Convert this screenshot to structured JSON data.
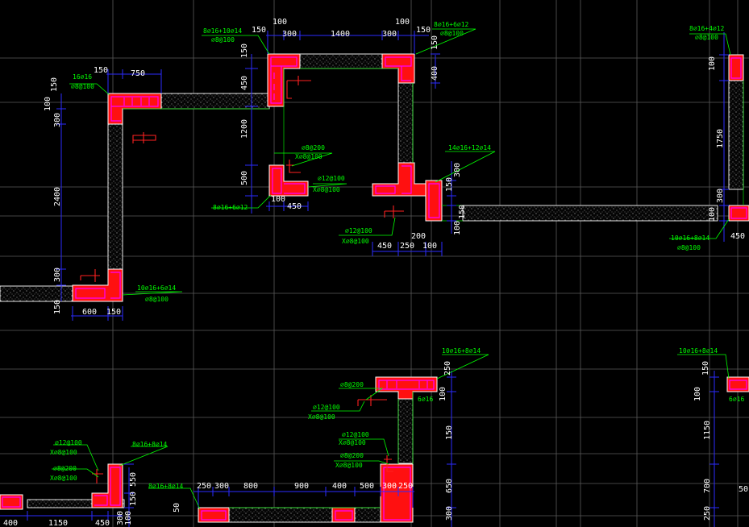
{
  "drawing": {
    "dimensions": [
      "100",
      "150",
      "300",
      "1400",
      "300",
      "150",
      "100",
      "150",
      "400",
      "150",
      "450",
      "1200",
      "500",
      "100",
      "450",
      "150",
      "750",
      "150",
      "100",
      "300",
      "2400",
      "300",
      "150",
      "600",
      "150",
      "300",
      "150",
      "100",
      "450",
      "250",
      "200",
      "100",
      "150",
      "100",
      "1750",
      "300",
      "100",
      "450",
      "250",
      "100",
      "150",
      "650",
      "300",
      "150",
      "100",
      "1150",
      "700",
      "250",
      "50",
      "550",
      "150",
      "250",
      "300",
      "800",
      "900",
      "400",
      "500",
      "300",
      "250",
      "400",
      "1150",
      "450",
      "50",
      "100",
      "300"
    ],
    "notes": {
      "n1": "8⌀16+10⌀14",
      "n1b": "⌀8@100",
      "n2": "8⌀16+6⌀12",
      "n2b": "⌀8@100",
      "n3": "8⌀16+4⌀12",
      "n3b": "⌀8@100",
      "n4": "16⌀16",
      "n4b": "⌀8@100",
      "n5": "⌀8@200",
      "n5b": "X⌀8@100",
      "n6": "⌀12@100",
      "n6b": "X⌀8@100",
      "n7": "14⌀16+12⌀14",
      "n8": "8⌀16+6⌀12",
      "n9": "⌀12@100",
      "n9b": "X⌀8@100",
      "n10": "10⌀16+8⌀14",
      "n10b": "⌀8@100",
      "n11": "10⌀16+6⌀14",
      "n11b": "⌀8@100",
      "n12": "10⌀16+8⌀14",
      "n12b": "6⌀16",
      "n13": "10⌀16+8⌀14",
      "n13b": "6⌀16",
      "n14": "⌀8@200",
      "n15": "⌀12@100",
      "n15b": "X⌀8@100",
      "n16": "⌀12@100",
      "n16b": "X⌀8@100",
      "n17": "⌀8@200",
      "n17b": "X⌀8@100",
      "n18": "⌀12@100",
      "n18b": "X⌀8@100",
      "n19": "⌀8@200",
      "n19b": "X⌀8@100",
      "n20": "8⌀16+8⌀14",
      "n21": "8⌀16+8⌀14"
    }
  },
  "colors": {
    "background": "#000000",
    "column": "#ff1010",
    "ties": "#ff00ff",
    "dimension_line": "#2b2bff",
    "leader_text": "#00ff00",
    "grid": "#5a5a5a"
  }
}
